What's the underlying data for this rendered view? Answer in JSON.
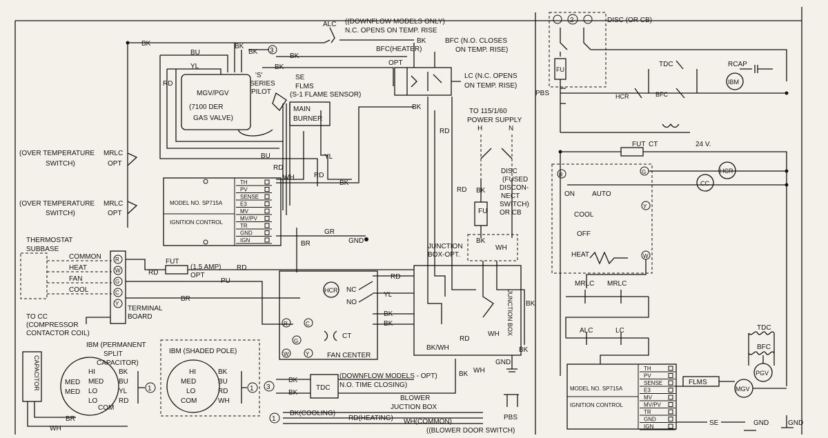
{
  "labels": {
    "alc_top": "ALC",
    "alc_note": "((DOWNFLOW MODELS ONLY)",
    "alc_note2": "N.C. OPENS ON TEMP. RISE",
    "bfc_note1": "BFC (N.O. CLOSES",
    "bfc_note2": "ON TEMP. RISE)",
    "bfc_heater": "BFC(HEATER)",
    "opt": "OPT",
    "lc_note1": "LC (N.C. OPENS",
    "lc_note2": "ON TEMP. RISE)",
    "circle3": "3",
    "s_series": "'S'",
    "series": "SERIES",
    "pilot": "PILOT",
    "se": "SE",
    "flms": "FLMS",
    "flame_sensor": "(S-1 FLAME SENSOR)",
    "main_burner1": "MAIN",
    "main_burner2": "BURNER",
    "valve1": "MGV/PGV",
    "valve2": "(7100 DER",
    "valve3": "GAS VALVE)",
    "power1": "TO 115/1/60",
    "power2": "POWER SUPPLY",
    "power_h": "H",
    "power_n": "N",
    "disc1": "DISC",
    "disc2": "(FUSED",
    "disc3": "DISCON-",
    "disc4": "NECT",
    "disc5": "SWITCH)",
    "disc6": "OR CB",
    "ot_switch1": "(OVER TEMPERATURE",
    "ot_switch2": "SWITCH)",
    "mrlc": "MRLC",
    "thermostat1": "THERMOSTAT",
    "thermostat2": "SUBBASE",
    "common": "COMMON",
    "heat": "HEAT",
    "fan": "FAN",
    "cool": "COOL",
    "terminal_board1": "TERMINAL",
    "terminal_board2": "BOARD",
    "to_cc1": "TO CC",
    "to_cc2": "(COMPRESSOR",
    "to_cc3": "CONTACTOR COIL)",
    "fut": "FUT",
    "fut_amp": "(1.5 AMP)",
    "model": "MODEL NO. SP715A",
    "ignition": "IGNITION CONTROL",
    "gnd": "GND",
    "junction_opt1": "JUNCTION",
    "junction_opt2": "BOX-OPT.",
    "junction_box": "JUNCTION BOX",
    "fan_center": "FAN CENTER",
    "ct": "CT",
    "nc": "NC",
    "no": "NO",
    "ibm_psc1": "IBM (PERMANENT",
    "ibm_psc2": "SPLIT",
    "ibm_psc3": "CAPACITOR)",
    "ibm_shaded": "IBM (SHADED POLE)",
    "med": "MED",
    "hi": "HI",
    "lo": "LO",
    "com": "COM",
    "capacitor": "CAPACITOR",
    "tdc": "TDC",
    "downflow1": "(DOWNFLOW MODELS - OPT)",
    "downflow2": "N.O. TIME CLOSING)",
    "blower1": "BLOWER",
    "blower2": "JUCTION BOX",
    "bk_cooling": "BK(COOLING)",
    "rd_heating": "RD(HEATING)",
    "wh_common": "WH(COMMON)",
    "blower_door": "((BLOWER DOOR SWITCH)",
    "pbs": "PBS",
    "fu": "FU",
    "bk_wh": "BK/WH",
    "circle1": "1",
    "circle2": "2",
    "disc_cb": "DISC (OR CB)",
    "rcap": "RCAP",
    "ibm": "IBM",
    "hcr": "HCR",
    "bfc": "BFC",
    "cc": "CC",
    "on": "ON",
    "auto": "AUTO",
    "off": "OFF",
    "lc": "LC",
    "alc": "ALC",
    "twenty_four_v": "24 V.",
    "se_arrow": "SE",
    "pgv": "PGV",
    "mgv": "MGV"
  },
  "wire_colors": {
    "bk": "BK",
    "bu": "BU",
    "yl": "YL",
    "rd": "RD",
    "wh": "WH",
    "gr": "GR",
    "br": "BR",
    "pu": "PU"
  },
  "terminals": [
    "TH",
    "PV",
    "SENSE",
    "E3",
    "MV",
    "MV/PV",
    "TR",
    "GND",
    "IGN"
  ],
  "thermostat_terminals": [
    "R",
    "W",
    "G",
    "C",
    "Y"
  ],
  "colors": {
    "ink": "#111111",
    "paper": "#f3f1ea"
  }
}
